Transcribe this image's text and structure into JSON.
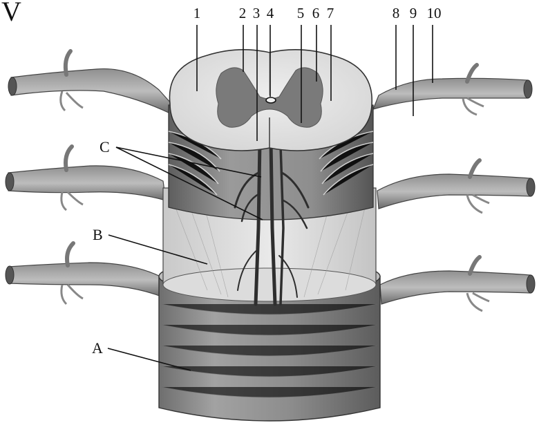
{
  "figure": {
    "panel_letter": "V",
    "number_labels": [
      "1",
      "2",
      "3",
      "4",
      "5",
      "6",
      "7",
      "8",
      "9",
      "10"
    ],
    "letter_labels": [
      "C",
      "B",
      "A"
    ],
    "colors": {
      "ink": "#111111",
      "nerve": "#6f6f6f",
      "dura": "#8a8a8a",
      "grey_matter": "#7c7c7c",
      "white_matter": "#e3e3e3",
      "vessel": "#3a3a3a"
    }
  }
}
